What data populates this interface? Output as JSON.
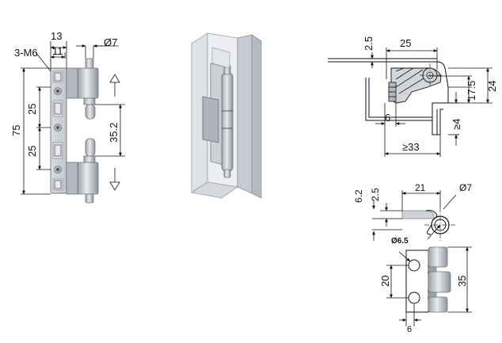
{
  "front_view": {
    "thread_label": "3-M6",
    "dim_top_width": "13",
    "dim_hole_offset": "11",
    "dim_pin_diameter": "Ø7",
    "dim_total_height": "75",
    "dim_upper_pitch": "25",
    "dim_lower_pitch": "25",
    "dim_pin_travel": "35.2"
  },
  "profile_view": {
    "dim_flange": "2.5",
    "dim_width": "25",
    "dim_height_a": "17.5",
    "dim_height_b": "24",
    "dim_offset": "6",
    "dim_min_gap": "≥4",
    "dim_min_depth": "≥33"
  },
  "section_view": {
    "dim_thickness_a": "6.2",
    "dim_thickness_b": "2.5",
    "dim_length": "21",
    "dim_knuckle_diameter": "Ø7"
  },
  "leaf_view": {
    "dim_hole_diameter": "Ø6.5",
    "dim_hole_pitch": "20",
    "dim_height": "35",
    "dim_edge": "6"
  }
}
